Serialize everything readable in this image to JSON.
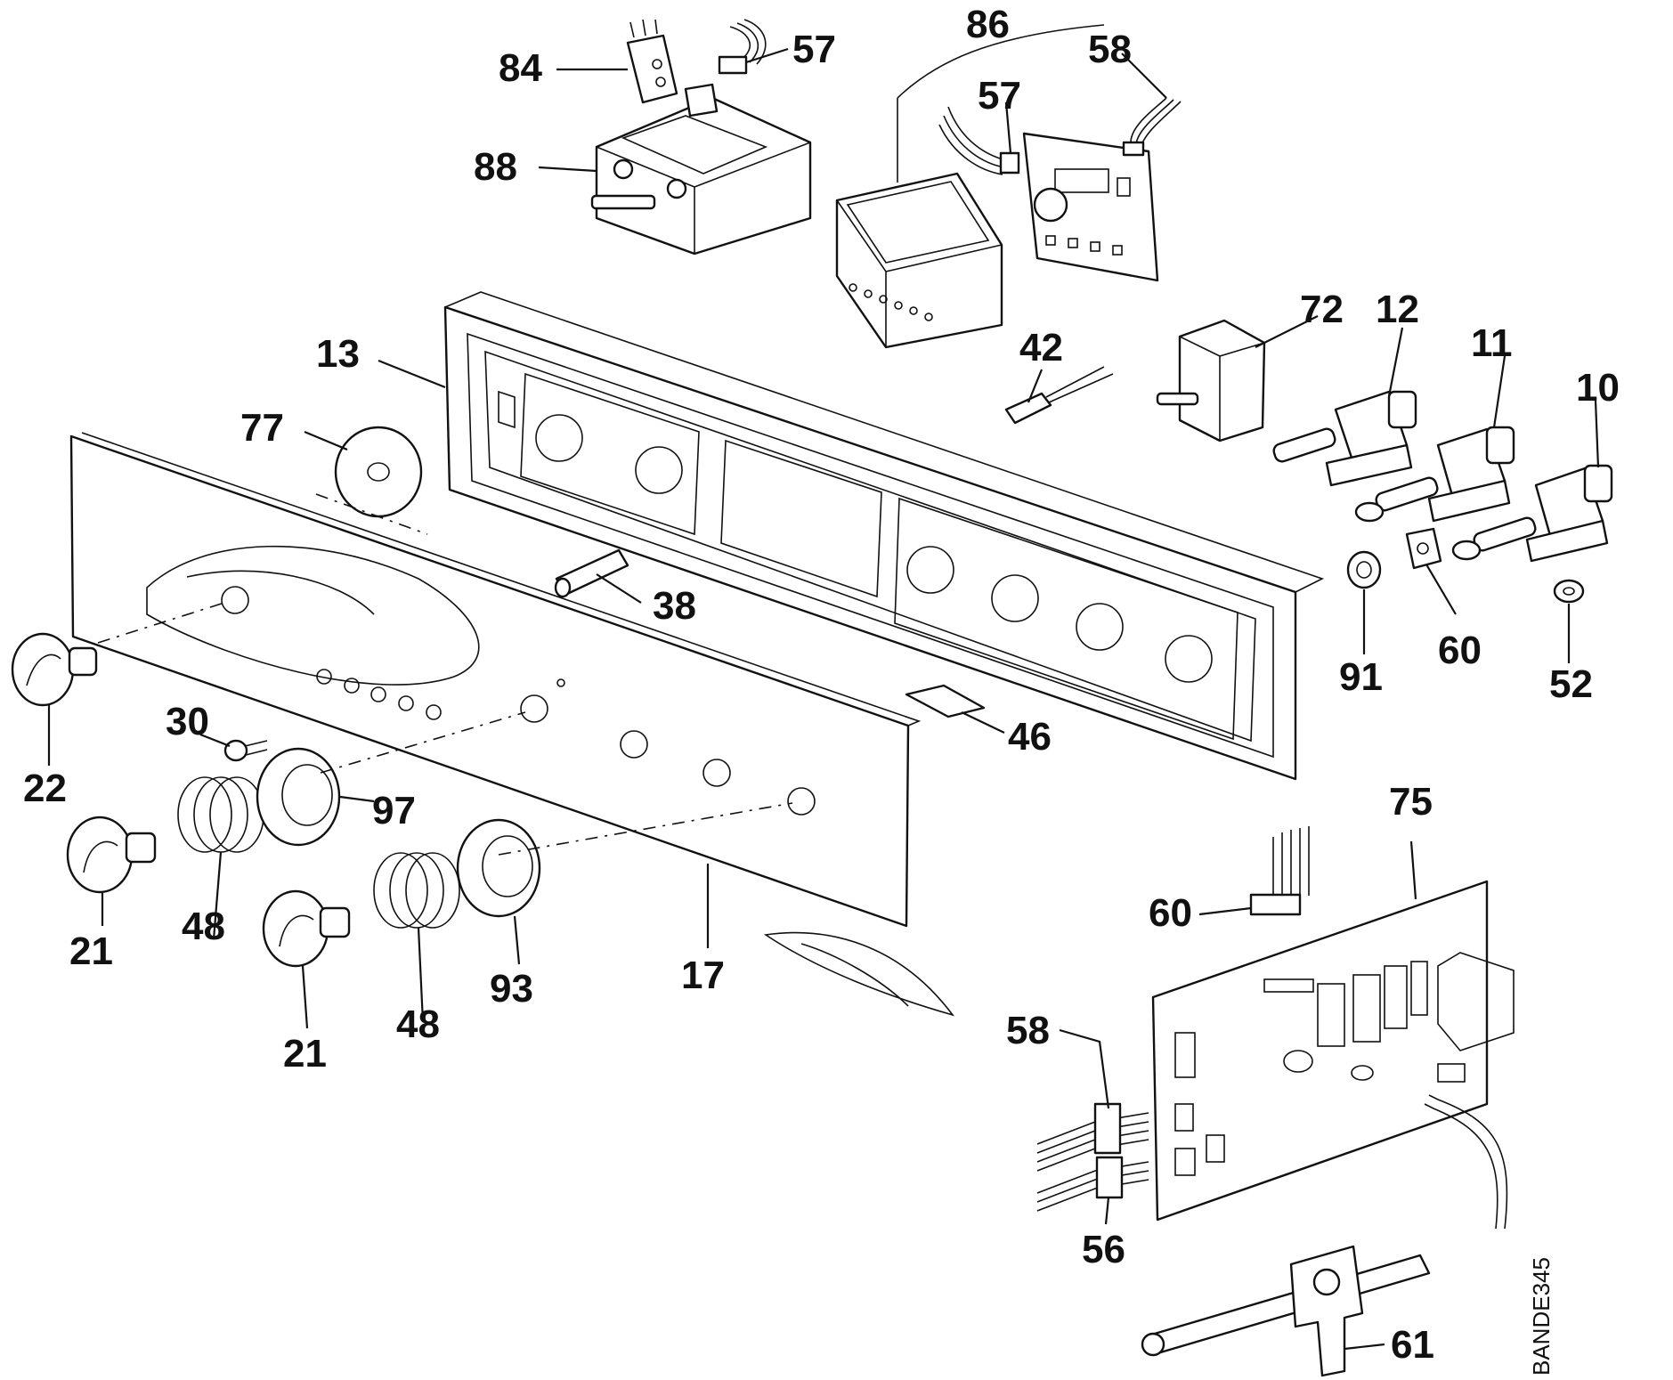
{
  "drawing_code": "BANDE345",
  "labels": {
    "p84": "84",
    "p57a": "57",
    "p86": "86",
    "p58a": "58",
    "p57b": "57",
    "p88": "88",
    "p72": "72",
    "p12": "12",
    "p11": "11",
    "p10": "10",
    "p13": "13",
    "p42": "42",
    "p77": "77",
    "p38": "38",
    "p91": "91",
    "p60a": "60",
    "p52": "52",
    "p30": "30",
    "p22": "22",
    "p46": "46",
    "p97": "97",
    "p21a": "21",
    "p48a": "48",
    "p21b": "21",
    "p48b": "48",
    "p93": "93",
    "p17": "17",
    "p75": "75",
    "p60b": "60",
    "p58b": "58",
    "p56": "56",
    "p61": "61"
  }
}
